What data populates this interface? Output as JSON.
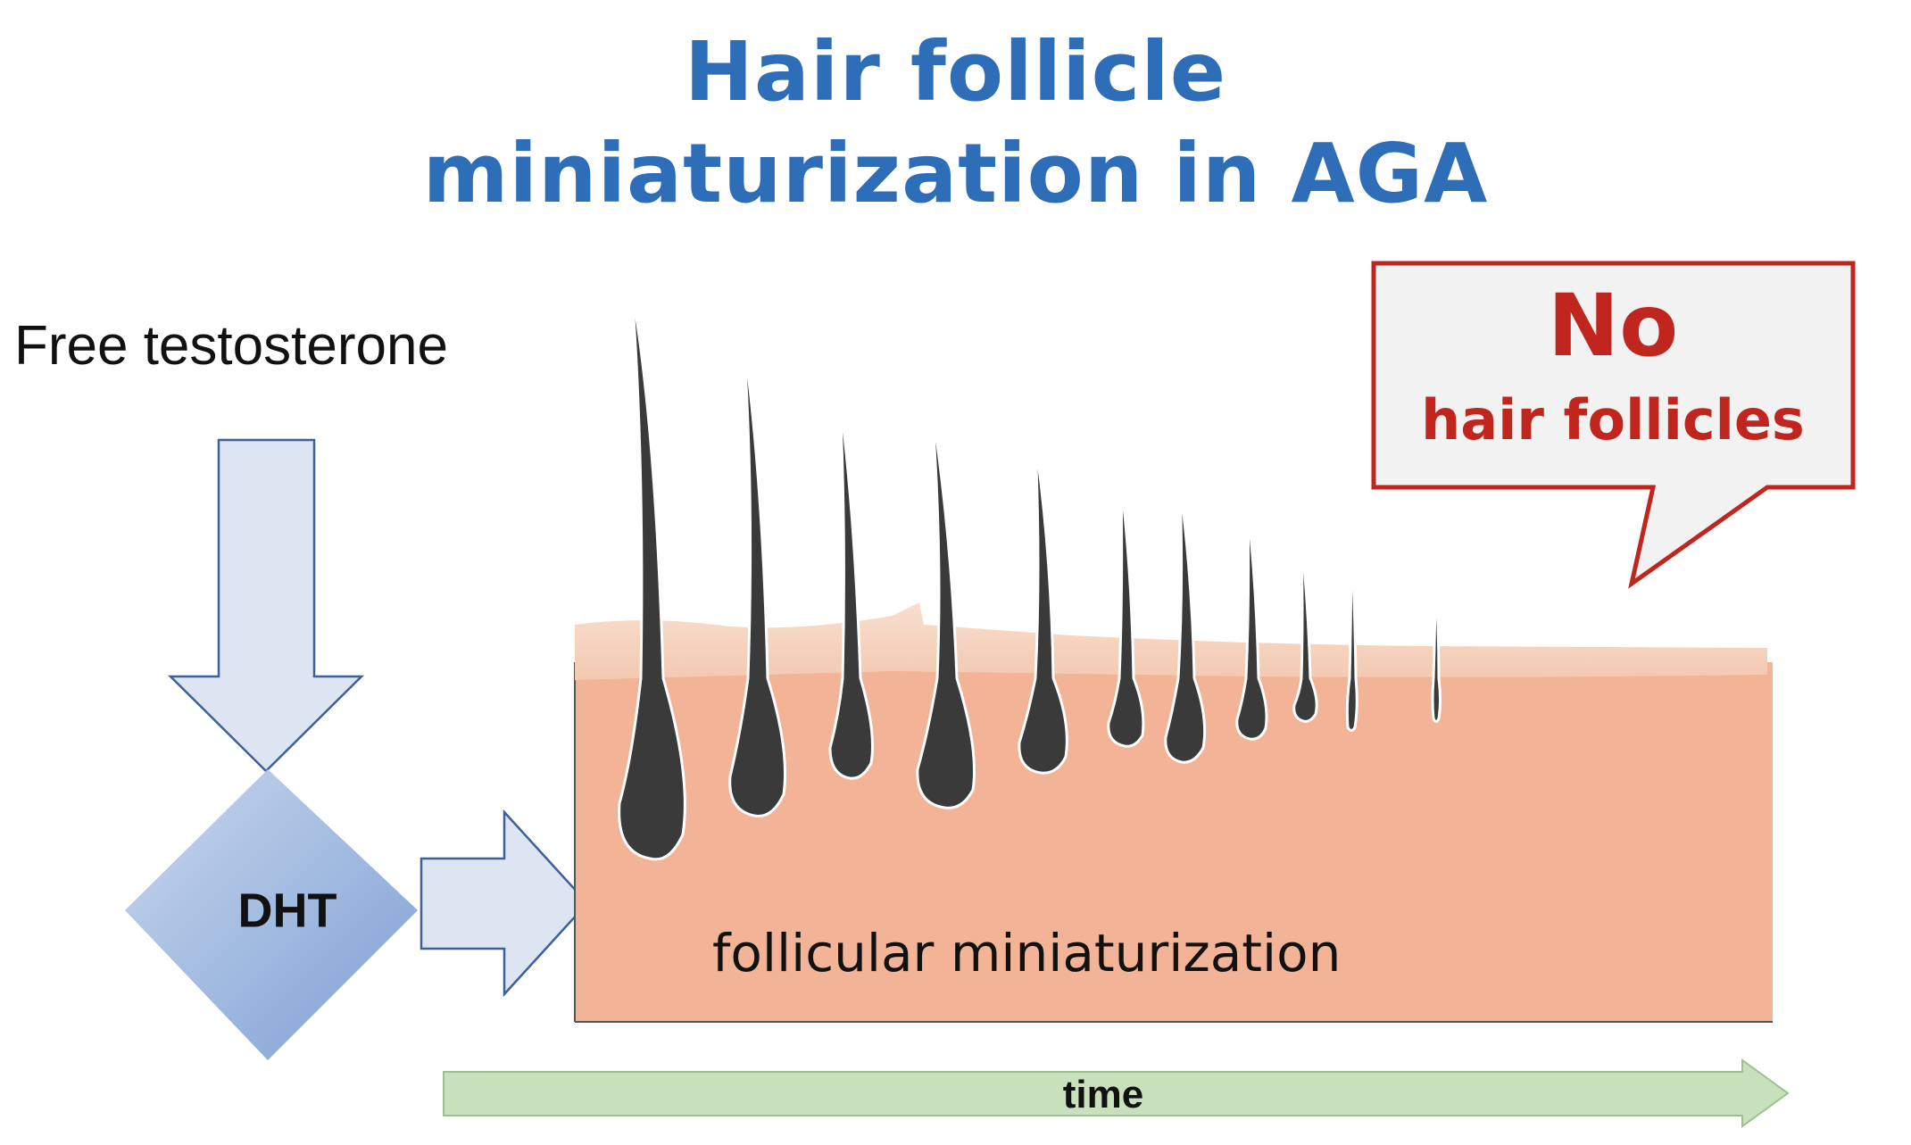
{
  "title": {
    "line1": "Hair follicle",
    "line2": "miniaturization in AGA"
  },
  "inputs": {
    "free_testosterone": "Free testosterone",
    "dht": "DHT"
  },
  "process": {
    "label": "follicular miniaturization"
  },
  "timeline": {
    "label": "time"
  },
  "callout": {
    "line1": "No",
    "line2": "hair follicles"
  },
  "colors": {
    "title": "#2e6db8",
    "callout_text": "#c0261e",
    "callout_border": "#c0261e",
    "skin": "#f2b396",
    "skin_surface": "#f6d9c6",
    "hair": "#3a3a3a",
    "arrow_fill": "#dde5f3",
    "arrow_stroke": "#3d5f9a",
    "diamond_light": "#c9d8ee",
    "diamond_dark": "#7d9fd4",
    "time_arrow": "#c9e0bd"
  },
  "icons": {
    "down_arrow": "down-arrow-icon",
    "right_arrow": "right-arrow-icon",
    "time_arrow": "time-arrow-icon",
    "hair": "hair-follicle-icon"
  }
}
